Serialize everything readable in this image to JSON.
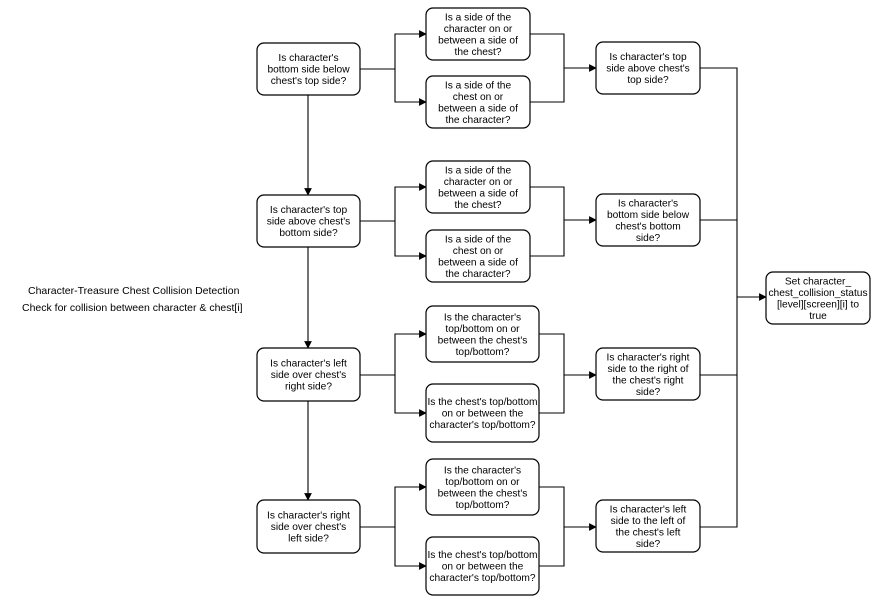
{
  "diagram": {
    "title": "Character-Treasure Chest Collision Detection",
    "subtitle": "Check for collision between character & chest[i]",
    "nodes": {
      "q1": "Is character's\nbottom side below\nchest's top side?",
      "q2": "Is character's top\nside above chest's\nbottom side?",
      "q3": "Is character's left\nside over chest's\nright side?",
      "q4": "Is character's right\nside over chest's\nleft side?",
      "a1": "Is a side of the\ncharacter on or\nbetween a side of\nthe chest?",
      "b1": "Is a side of the\nchest on or\nbetween a side of\nthe character?",
      "a2": "Is a side of the\ncharacter on or\nbetween a side of\nthe chest?",
      "b2": "Is a side of the\nchest on or\nbetween a side of\nthe character?",
      "a3": "Is the character's\ntop/bottom on or\nbetween the chest's\ntop/bottom?",
      "b3": "Is the chest's top/bottom\non or between the\ncharacter's top/bottom?",
      "a4": "Is the character's\ntop/bottom on or\nbetween the chest's\ntop/bottom?",
      "b4": "Is the chest's top/bottom\non or between the\ncharacter's top/bottom?",
      "c1": "Is character's top\nside above chest's\ntop side?",
      "c2": "Is character's\nbottom side below\nchest's bottom\nside?",
      "c3": "Is character's right\nside to the right of\nthe chest's right\nside?",
      "c4": "Is character's left\nside to the left of\nthe chest's left\nside?",
      "result": "Set character_\nchest_collision_status\n[level][screen][i] to\ntrue"
    }
  }
}
